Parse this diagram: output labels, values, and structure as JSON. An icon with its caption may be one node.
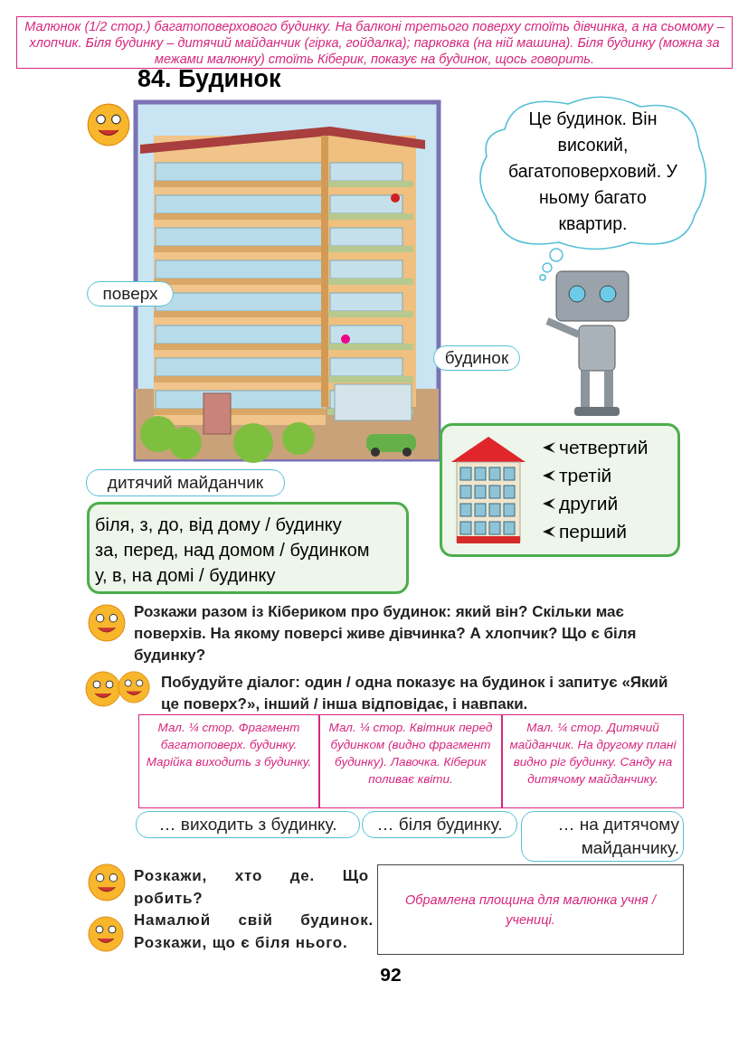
{
  "diagram": {
    "title": "84. Будинок",
    "nodes": [
      {
        "text": [
          "Малюнок (1/2 стор.) багатоповерхового будинку. На балконі третього поверху стоїть дівчинка, а на сьомому – хлопчик. Біля будинку – дитячий майданчик (гірка, гойдалка); парковка (на ній машина). Біля будинку (можна за межами малюнку) стоїть Кіберик, показує на будинок, щось говорить."
        ]
      },
      {
        "text": [
          "Це будинок. Він високий, багатоповерховий. У ньому багато квартир."
        ]
      },
      {
        "text": [
          "поверх"
        ]
      },
      {
        "text": [
          "будинок"
        ]
      },
      {
        "text": [
          "четвертий",
          "третій",
          "другий",
          "перший"
        ]
      },
      {
        "text": [
          "дитячий майданчик"
        ]
      },
      {
        "text": [
          "біля, з, до, від дому / будинку",
          "за, перед, над домом / будинком",
          "у, в, на домі / будинку"
        ]
      },
      {
        "text": [
          "… виходить з будинку."
        ]
      },
      {
        "text": [
          "… біля будинку."
        ]
      },
      {
        "text": [
          "… на дитячому майданчику."
        ]
      },
      {
        "text": [
          "Обрамлена площина для малюнка учня / учениці."
        ]
      }
    ],
    "labels": [
      "Розкажи разом із Кібериком про будинок: який він? Скільки має поверхів. На якому поверсі живе дівчинка? А хлопчик? Що є біля будинку?",
      "Побудуйте діалог: один / одна показує на будинок і запитує «Який це поверх?», інший / інша відповідає, і навпаки.",
      "Мал. ¼ стор. Фрагмент багатоповерх. будинку. Марійка виходить з будинку.",
      "Мал. ¼ стор. Квітник перед будинком (видно фрагмент будинку). Лавочка. Кіберик поливає квіти.",
      "Мал. ¼ стор. Дитячий майданчик. На другому плані видно ріг будинку. Санду на дитячому майданчику.",
      "Розкажи, хто де. Що робить?",
      "Намалюй свій будинок. Розкажи, що є біля нього.",
      "92"
    ]
  }
}
